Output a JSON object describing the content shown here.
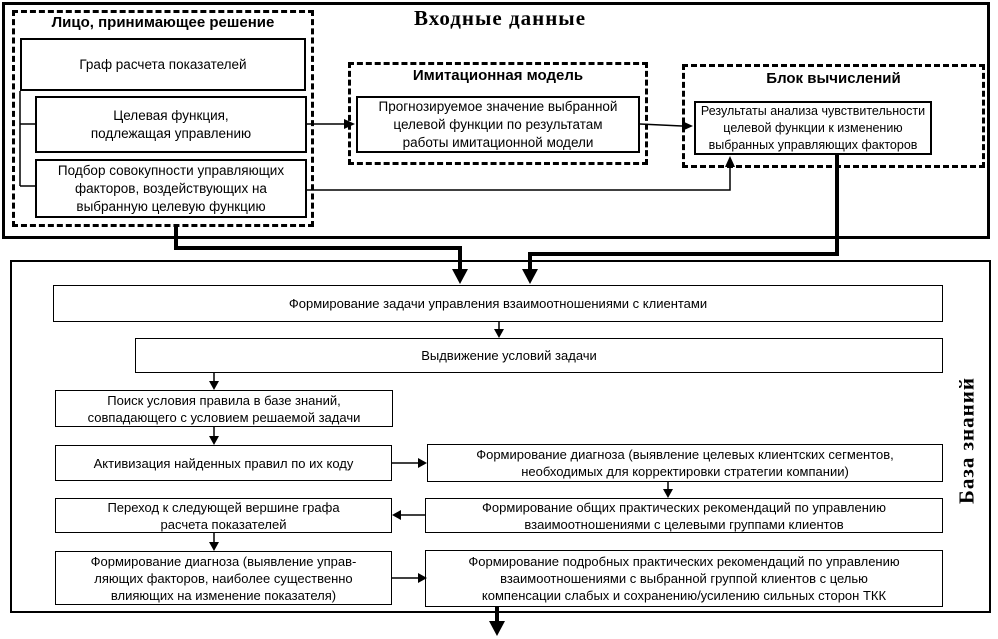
{
  "input_section": {
    "title": "Входные данные",
    "decision_maker": {
      "title": "Лицо, принимающее решение",
      "graph_box": "Граф расчета показателей",
      "target_function_box": "Целевая функция,\nподлежащая управлению",
      "factors_box": "Подбор совокупности управляющих\nфакторов, воздействующих на\nвыбранную целевую функцию"
    },
    "simulation_model": {
      "title": "Имитационная модель",
      "forecast_box": "Прогнозируемое значение выбранной\nцелевой функции по результатам\nработы имитационной модели"
    },
    "computation_block": {
      "title": "Блок вычислений",
      "sensitivity_box": "Результаты анализа чувствительности\nцелевой функции к изменению\nвыбранных управляющих факторов"
    }
  },
  "knowledge_base_section": {
    "title": "База знаний",
    "task_formation": "Формирование задачи управления взаимоотношениями с клиентами",
    "conditions": "Выдвижение условий задачи",
    "rule_search": "Поиск условия правила в базе знаний,\nсовпадающего с условием решаемой задачи",
    "rule_activation": "Активизация найденных правил по их коду",
    "diagnosis_segments": "Формирование диагноза (выявление целевых клиентских сегментов,\nнеобходимых для корректировки стратегии компании)",
    "next_vertex": "Переход к следующей вершине графа\nрасчета показателей",
    "general_recommendations": "Формирование общих практических рекомендаций по управлению\nвзаимоотношениями с целевыми группами клиентов",
    "diagnosis_factors": "Формирование диагноза (выявление управ-\nляющих факторов, наиболее существенно\nвлияющих на изменение показателя)",
    "detailed_recommendations": "Формирование подробных практических рекомендаций по управлению\nвзаимоотношениями с выбранной группой клиентов с целью\nкомпенсации слабых и сохранению/усилению сильных сторон ТКК"
  },
  "colors": {
    "line": "#000000",
    "background": "#ffffff"
  }
}
